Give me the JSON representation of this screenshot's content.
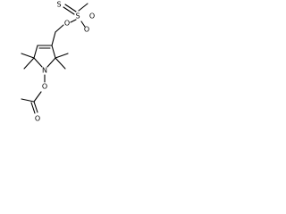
{
  "molecule": {
    "atoms": {
      "sulfonyl_s": "S",
      "thione_s": "S",
      "sulfonyl_o1": "O",
      "sulfonyl_o2": "O",
      "ester_o": "O",
      "nitrogen": "N",
      "n_o": "O",
      "carbonyl_o": "O"
    }
  },
  "colors": {
    "ink": "#000000",
    "background": "#ffffff"
  }
}
